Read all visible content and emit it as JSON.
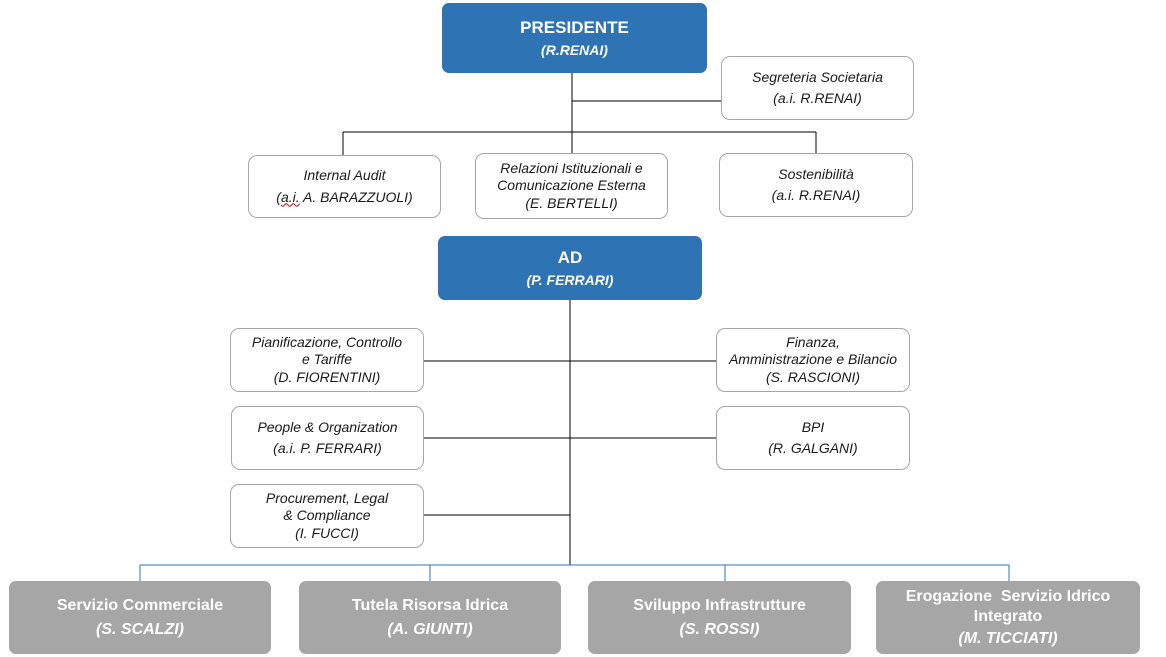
{
  "president": {
    "title": "PRESIDENTE",
    "name": "(R.RENAI)"
  },
  "segreteria": {
    "title": "Segreteria Societaria",
    "name": "(a.i. R.RENAI)"
  },
  "internal_audit": {
    "title": "Internal Audit",
    "name_prefix": "(",
    "name_abbrev": "a.i.",
    "name_rest": " A. BARAZZUOLI)"
  },
  "relazioni": {
    "line1": "Relazioni Istituzionali e",
    "line2": "Comunicazione Esterna",
    "name": "(E. BERTELLI)"
  },
  "sostenibilita": {
    "title": "Sostenibilità",
    "name": "(a.i. R.RENAI)"
  },
  "ad": {
    "title": "AD",
    "name": "(P. FERRARI)"
  },
  "pianificazione": {
    "line1": "Pianificazione, Controllo",
    "line2": "e Tariffe",
    "name": "(D. FIORENTINI)"
  },
  "finanza": {
    "line1": "Finanza,",
    "line2": "Amministrazione e Bilancio",
    "name": "(S. RASCIONI)"
  },
  "people": {
    "title": "People & Organization",
    "name": "(a.i. P. FERRARI)"
  },
  "bpi": {
    "title": "BPI",
    "name": "(R. GALGANI)"
  },
  "procurement": {
    "line1": "Procurement, Legal",
    "line2": "& Compliance",
    "name": "(I. FUCCI)"
  },
  "commerciale": {
    "title": "Servizio Commerciale",
    "name": "(S. SCALZI)"
  },
  "tutela": {
    "title": "Tutela Risorsa Idrica",
    "name": "(A. GIUNTI)"
  },
  "sviluppo": {
    "title": "Sviluppo Infrastrutture",
    "name": "(S. ROSSI)"
  },
  "erogazione": {
    "line1": "Erogazione  Servizio Idrico",
    "line2": "Integrato",
    "name": "(M. TICCIATI)"
  },
  "colors": {
    "blue_box": "#2e74b5",
    "gray_box": "#a6a6a6",
    "line": "#000000",
    "connector_blue": "#2e74b5"
  }
}
